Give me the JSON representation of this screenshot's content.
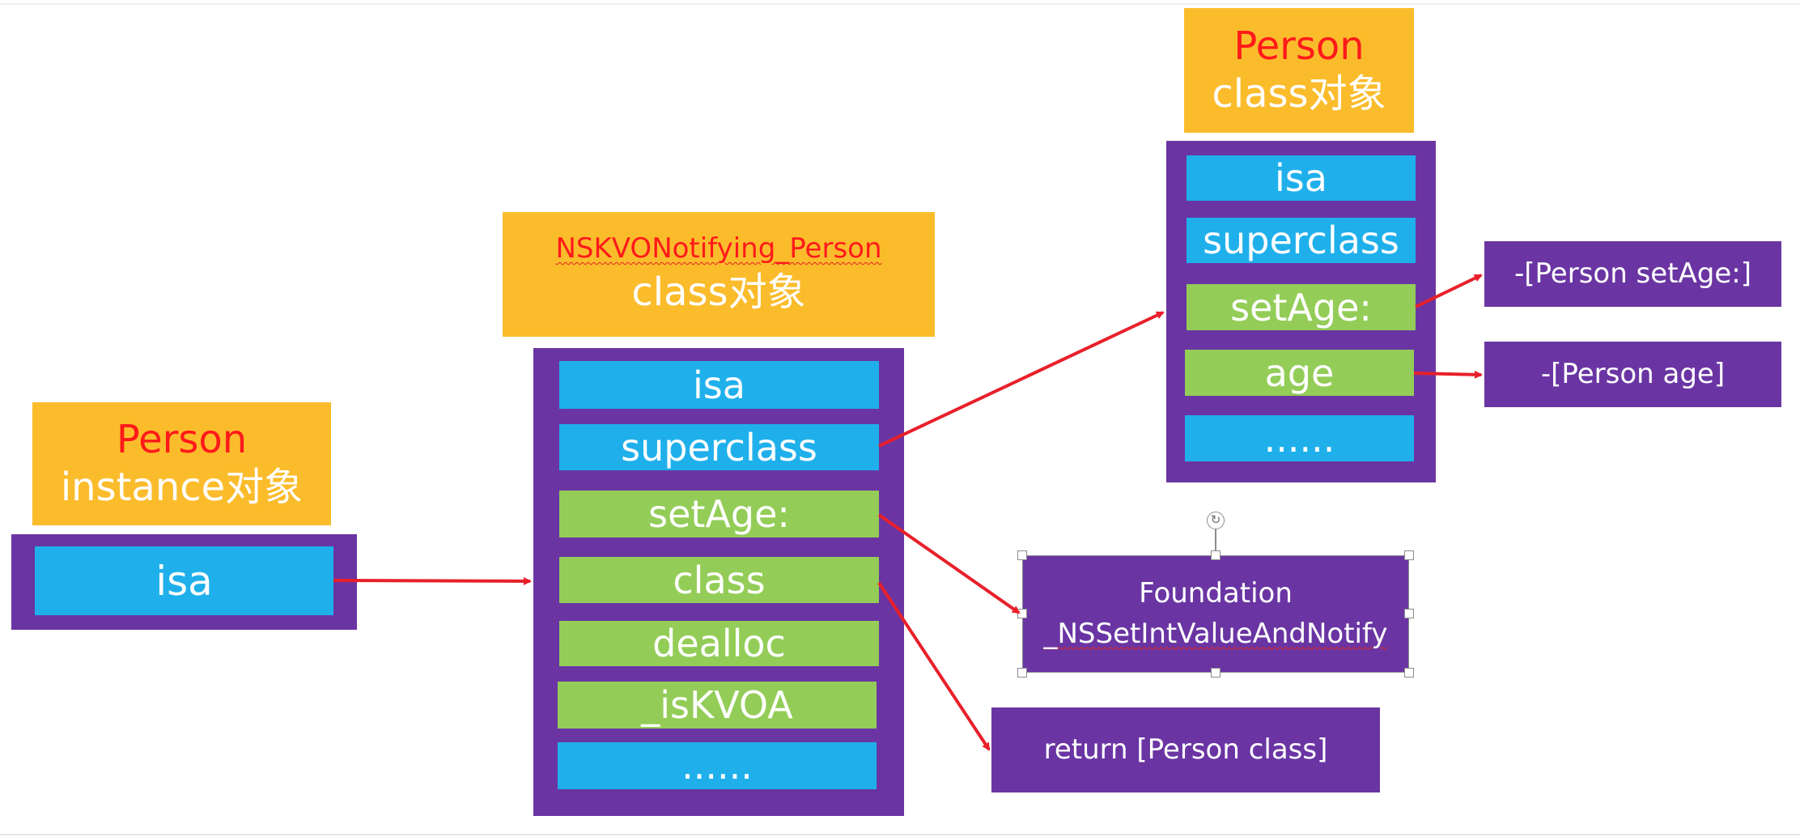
{
  "colors": {
    "title_bg": "#fbbc2c",
    "frame": "#6a35a3",
    "blue_cell": "#1fb0eb",
    "green_cell": "#93cd58",
    "arrow": "#e8202a",
    "highlight_text": "#ff1a1a"
  },
  "instance": {
    "title_line1": "Person",
    "title_line2": "instance对象",
    "cells": [
      "isa"
    ]
  },
  "kvo_class": {
    "title_line1": "NSKVONotifying_Person",
    "title_line2": "class对象",
    "cells": [
      "isa",
      "superclass",
      "setAge:",
      "class",
      "dealloc",
      "_isKVOA",
      "......"
    ]
  },
  "person_class": {
    "title_line1": "Person",
    "title_line2": "class对象",
    "cells": [
      "isa",
      "superclass",
      "setAge:",
      "age",
      "......"
    ]
  },
  "targets": {
    "set_age_method": "-[Person setAge:]",
    "age_method": "-[Person age]",
    "foundation_line1": "Foundation",
    "foundation_line2": "_NSSetIntValueAndNotify",
    "return_class": "return [Person class]"
  },
  "icons": {
    "rotate_handle": "rotate-icon"
  }
}
